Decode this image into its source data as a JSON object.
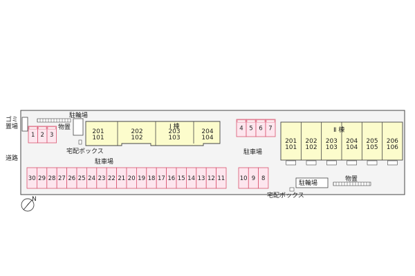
{
  "labels": {
    "road": "道路",
    "garbage": "ゴミ\n置場",
    "bicycle_top": "駐輪場",
    "storage_top": "物置",
    "delivery_top": "宅配ボックス",
    "parking_left": "駐車場",
    "parking_right": "駐車場",
    "bicycle_bottom": "駐輪場",
    "storage_bottom": "物置",
    "delivery_bottom": "宅配ボックス",
    "building1": "Ⅰ 棟",
    "building2": "Ⅱ 棟",
    "north": "N"
  },
  "building1_units": [
    [
      "201",
      "101"
    ],
    [
      "202",
      "102"
    ],
    [
      "203",
      "103"
    ],
    [
      "204",
      "104"
    ]
  ],
  "building2_units": [
    [
      "201",
      "101"
    ],
    [
      "202",
      "102"
    ],
    [
      "203",
      "103"
    ],
    [
      "204",
      "104"
    ],
    [
      "205",
      "105"
    ],
    [
      "206",
      "106"
    ]
  ],
  "parking": {
    "group_a": [
      "1",
      "2",
      "3"
    ],
    "group_b": [
      "4",
      "5",
      "6",
      "7"
    ],
    "group_c": [
      "30",
      "29",
      "28",
      "27",
      "26",
      "25",
      "24",
      "23",
      "22",
      "21",
      "20",
      "19",
      "18",
      "17",
      "16",
      "15",
      "14",
      "13",
      "12",
      "11"
    ],
    "group_d": [
      "10",
      "9",
      "8"
    ]
  },
  "colors": {
    "building_fill": "#fcfccc",
    "parking_fill": "#fde6ee",
    "parking_stroke": "#d9536f",
    "site_fill": "#f4f4f4"
  }
}
